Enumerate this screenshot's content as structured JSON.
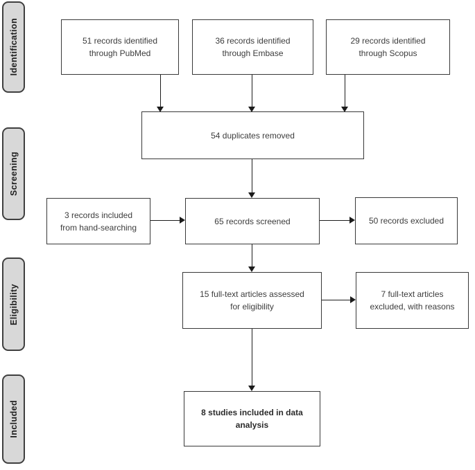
{
  "stages": [
    {
      "label": "Identification"
    },
    {
      "label": "Screening"
    },
    {
      "label": "Eligibility"
    },
    {
      "label": "Included"
    }
  ],
  "boxes": {
    "pubmed": "51 records identified\nthrough PubMed",
    "embase": "36 records identified\nthrough Embase",
    "scopus": "29 records identified\nthrough Scopus",
    "duplicates": "54 duplicates removed",
    "handsearch": "3 records included\nfrom hand-searching",
    "screened": "65 records screened",
    "excluded50": "50 records excluded",
    "fulltext": "15 full-text articles assessed\nfor eligibility",
    "excluded7": "7 full-text articles\nexcluded, with reasons",
    "included": "8 studies included in data\nanalysis"
  },
  "counts": {
    "pubmed": 51,
    "embase": 36,
    "scopus": 29,
    "duplicates_removed": 54,
    "hand_searching_included": 3,
    "screened": 65,
    "records_excluded": 50,
    "fulltext_assessed": 15,
    "fulltext_excluded": 7,
    "studies_included": 8
  },
  "colors": {
    "stage_fill": "#d8d8d8",
    "stage_border": "#3f3f3f",
    "box_border": "#383838",
    "arrow": "#1b1b1b",
    "text": "#3c3c3c"
  }
}
